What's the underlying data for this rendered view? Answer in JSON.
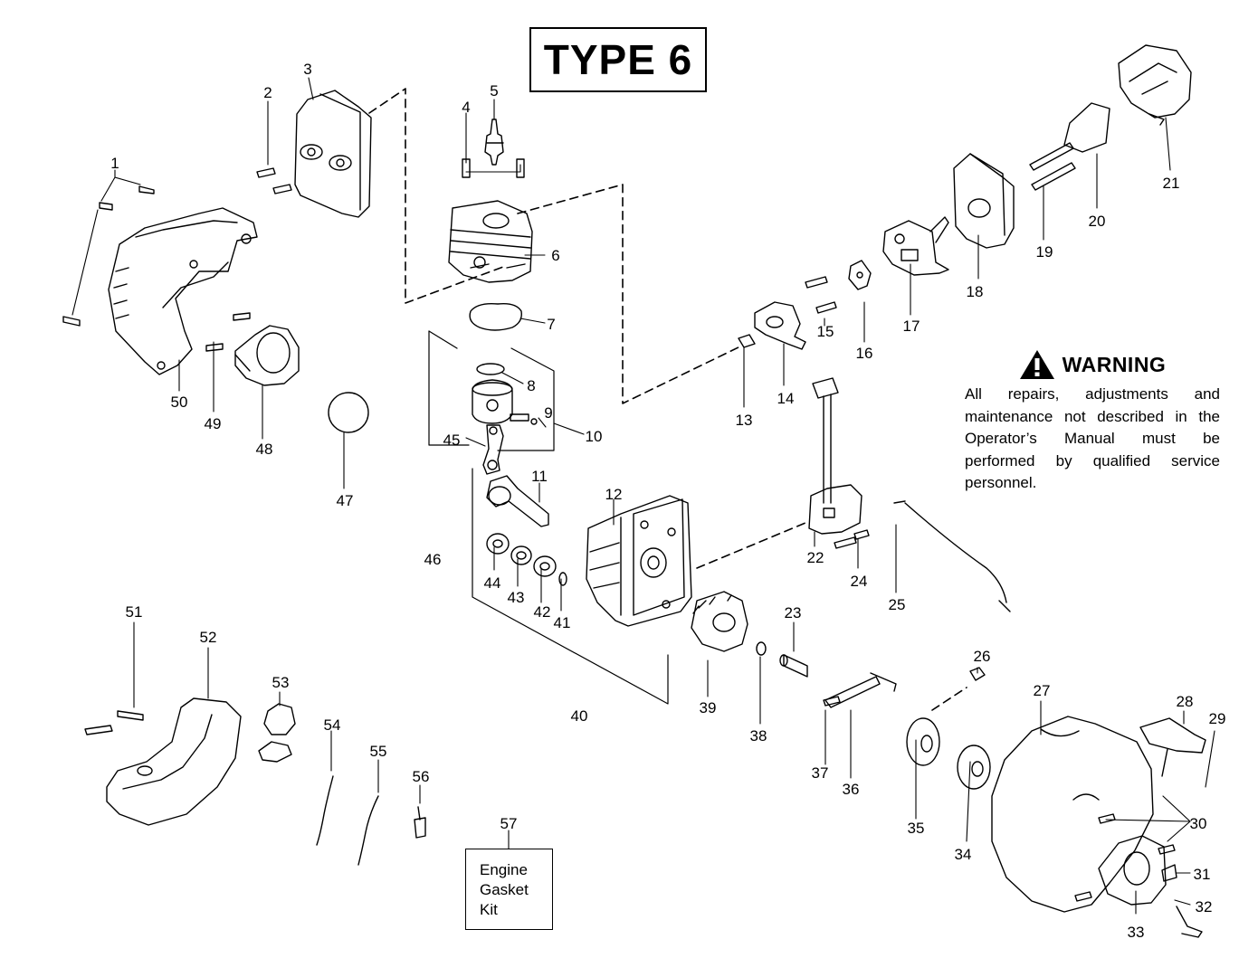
{
  "title": "TYPE 6",
  "warning": {
    "heading": "WARNING",
    "text": "All repairs, adjustments and maintenance not described in the Operator’s Manual must be performed by qualified service personnel."
  },
  "kit": {
    "lines": [
      "Engine",
      "Gasket",
      "Kit"
    ]
  },
  "part_numbers": [
    "1",
    "2",
    "3",
    "4",
    "5",
    "6",
    "7",
    "8",
    "9",
    "10",
    "11",
    "12",
    "13",
    "14",
    "15",
    "16",
    "17",
    "18",
    "19",
    "20",
    "21",
    "22",
    "23",
    "24",
    "25",
    "26",
    "27",
    "28",
    "29",
    "30",
    "31",
    "32",
    "33",
    "34",
    "35",
    "36",
    "37",
    "38",
    "39",
    "40",
    "41",
    "42",
    "43",
    "44",
    "45",
    "46",
    "47",
    "48",
    "49",
    "50",
    "51",
    "52",
    "53",
    "54",
    "55",
    "56",
    "57"
  ]
}
